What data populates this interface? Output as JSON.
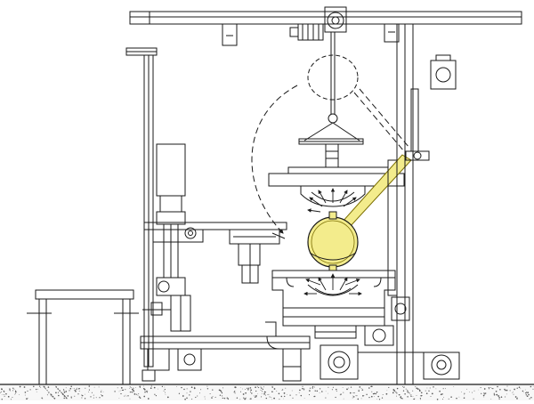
{
  "diagram": {
    "kind": "mechanical-elevation-drawing",
    "labels": [],
    "colors": {
      "line": "#1a1a1a",
      "background": "#ffffff",
      "highlight_fill": "#f3ec8c",
      "highlight_stroke": "#7a6d00",
      "ground_fill": "#f7f7f7",
      "ground_speckle": "#5a5a5a"
    },
    "components": [
      "overhead-rail",
      "trolley-hoist-motor",
      "hanging-tire-mold-dashed",
      "lifting-hook-spreader",
      "upper-mold-platen",
      "highlighted-tire-mold",
      "swing-arm",
      "lower-mold-base",
      "left-control-column",
      "left-drive-assembly",
      "side-cabinet",
      "base-frame",
      "floor-motors",
      "right-column",
      "right-top-motor",
      "ground-hatch"
    ]
  }
}
